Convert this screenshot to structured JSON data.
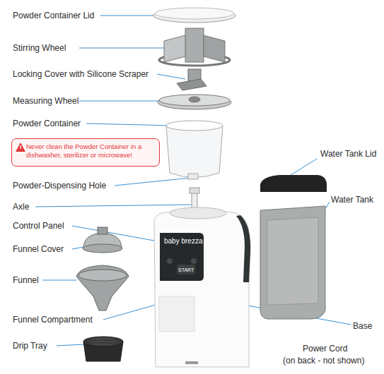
{
  "diagram": {
    "nodes": [
      {
        "text": [
          "Never clean the Powder Container in a dishwasher, sterilizer or microwave!"
        ]
      }
    ],
    "labels": [
      "Powder Container Lid",
      "Stirring Wheel",
      "Locking Cover with Silicone Scraper",
      "Measuring Wheel",
      "Powder Container",
      "Powder-Dispensing Hole",
      "Axle",
      "Control Panel",
      "Funnel Cover",
      "Funnel",
      "Funnel Compartment",
      "Drip Tray",
      "Water Tank Lid",
      "Water Tank",
      "Base",
      "Power Cord",
      "(on back - not shown)",
      "baby brezza",
      "START"
    ]
  }
}
